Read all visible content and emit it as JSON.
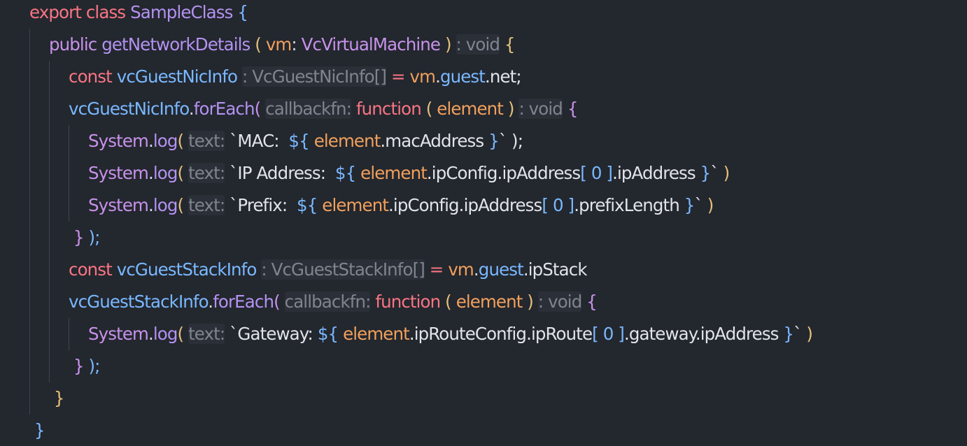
{
  "editor": {
    "theme": "dark",
    "background": "#23272e",
    "indent_guide_color": "#3e4452",
    "inlay_hint_color": "#7f848e",
    "colors": {
      "keyword": "#f97583",
      "storage": "#c792ea",
      "function": "#b392f0",
      "variable": "#79b8ff",
      "param": "#f1a05c",
      "type": "#c792ea",
      "string": "#e1e4e8",
      "punct": "#d7dae0"
    },
    "lines": [
      {
        "indent": 0,
        "tokens": [
          {
            "t": "export class ",
            "c": "#f97583"
          },
          {
            "t": "SampleClass",
            "c": "#b392f0"
          },
          {
            "t": " {",
            "c": "#79b8ff"
          }
        ]
      },
      {
        "indent": 1,
        "tokens": [
          {
            "t": "public ",
            "c": "#c792ea"
          },
          {
            "t": "getNetworkDetails",
            "c": "#b392f0"
          },
          {
            "t": " ( ",
            "c": "#e5c07b"
          },
          {
            "t": "vm",
            "c": "#f1a05c"
          },
          {
            "t": ": ",
            "c": "#d7dae0"
          },
          {
            "t": "VcVirtualMachine",
            "c": "#c792ea"
          },
          {
            "t": " ) ",
            "c": "#e5c07b"
          },
          {
            "t": ": void",
            "c": "#7f848e",
            "hint": true
          },
          {
            "t": " {",
            "c": "#e5c07b"
          }
        ]
      },
      {
        "indent": 2,
        "tokens": [
          {
            "t": "const ",
            "c": "#f97583"
          },
          {
            "t": "vcGuestNicInfo",
            "c": "#79b8ff"
          },
          {
            "t": " ",
            "c": "#d7dae0"
          },
          {
            "t": ": VcGuestNicInfo[]",
            "c": "#7f848e",
            "hint": true
          },
          {
            "t": " = ",
            "c": "#f97583"
          },
          {
            "t": "vm",
            "c": "#f1a05c"
          },
          {
            "t": ".",
            "c": "#d7dae0"
          },
          {
            "t": "guest",
            "c": "#79b8ff"
          },
          {
            "t": ".net;",
            "c": "#e1e4e8"
          }
        ]
      },
      {
        "indent": 2,
        "tokens": [
          {
            "t": "vcGuestNicInfo",
            "c": "#79b8ff"
          },
          {
            "t": ".",
            "c": "#d7dae0"
          },
          {
            "t": "forEach",
            "c": "#b392f0"
          },
          {
            "t": "( ",
            "c": "#c792ea"
          },
          {
            "t": "callbackfn:",
            "c": "#7f848e",
            "hint": true
          },
          {
            "t": " ",
            "c": "#d7dae0"
          },
          {
            "t": "function",
            "c": "#f97583"
          },
          {
            "t": " ( ",
            "c": "#e5c07b"
          },
          {
            "t": "element",
            "c": "#f1a05c"
          },
          {
            "t": " ) ",
            "c": "#e5c07b"
          },
          {
            "t": ": void",
            "c": "#7f848e",
            "hint": true
          },
          {
            "t": " {",
            "c": "#c792ea"
          }
        ]
      },
      {
        "indent": 3,
        "tokens": [
          {
            "t": "System",
            "c": "#c792ea"
          },
          {
            "t": ".",
            "c": "#d7dae0"
          },
          {
            "t": "log",
            "c": "#b392f0"
          },
          {
            "t": "( ",
            "c": "#e5c07b"
          },
          {
            "t": "text:",
            "c": "#7f848e",
            "hint": true
          },
          {
            "t": " `MAC:  ",
            "c": "#e1e4e8"
          },
          {
            "t": "${ ",
            "c": "#79b8ff"
          },
          {
            "t": "element",
            "c": "#f1a05c"
          },
          {
            "t": ".macAddress",
            "c": "#e1e4e8"
          },
          {
            "t": " }",
            "c": "#79b8ff"
          },
          {
            "t": "` );",
            "c": "#e1e4e8"
          }
        ]
      },
      {
        "indent": 3,
        "tokens": [
          {
            "t": "System",
            "c": "#c792ea"
          },
          {
            "t": ".",
            "c": "#d7dae0"
          },
          {
            "t": "log",
            "c": "#b392f0"
          },
          {
            "t": "( ",
            "c": "#e5c07b"
          },
          {
            "t": "text:",
            "c": "#7f848e",
            "hint": true
          },
          {
            "t": " `IP Address:  ",
            "c": "#e1e4e8"
          },
          {
            "t": "${ ",
            "c": "#79b8ff"
          },
          {
            "t": "element",
            "c": "#f1a05c"
          },
          {
            "t": ".ipConfig.ipAddress",
            "c": "#e1e4e8"
          },
          {
            "t": "[ 0 ]",
            "c": "#79b8ff"
          },
          {
            "t": ".ipAddress",
            "c": "#e1e4e8"
          },
          {
            "t": " }",
            "c": "#79b8ff"
          },
          {
            "t": "` ",
            "c": "#e1e4e8"
          },
          {
            "t": ")",
            "c": "#e5c07b"
          }
        ]
      },
      {
        "indent": 3,
        "tokens": [
          {
            "t": "System",
            "c": "#c792ea"
          },
          {
            "t": ".",
            "c": "#d7dae0"
          },
          {
            "t": "log",
            "c": "#b392f0"
          },
          {
            "t": "( ",
            "c": "#e5c07b"
          },
          {
            "t": "text:",
            "c": "#7f848e",
            "hint": true
          },
          {
            "t": " `Prefix:  ",
            "c": "#e1e4e8"
          },
          {
            "t": "${ ",
            "c": "#79b8ff"
          },
          {
            "t": "element",
            "c": "#f1a05c"
          },
          {
            "t": ".ipConfig.ipAddress",
            "c": "#e1e4e8"
          },
          {
            "t": "[ 0 ]",
            "c": "#79b8ff"
          },
          {
            "t": ".prefixLength",
            "c": "#e1e4e8"
          },
          {
            "t": " }",
            "c": "#79b8ff"
          },
          {
            "t": "` ",
            "c": "#e1e4e8"
          },
          {
            "t": ")",
            "c": "#e5c07b"
          }
        ]
      },
      {
        "indent": 2,
        "tokens": [
          {
            "t": " }",
            "c": "#c792ea"
          },
          {
            "t": " );",
            "c": "#79b8ff"
          }
        ]
      },
      {
        "indent": 2,
        "tokens": [
          {
            "t": "const ",
            "c": "#f97583"
          },
          {
            "t": "vcGuestStackInfo",
            "c": "#79b8ff"
          },
          {
            "t": " ",
            "c": "#d7dae0"
          },
          {
            "t": ": VcGuestStackInfo[]",
            "c": "#7f848e",
            "hint": true
          },
          {
            "t": " = ",
            "c": "#f97583"
          },
          {
            "t": "vm",
            "c": "#f1a05c"
          },
          {
            "t": ".",
            "c": "#d7dae0"
          },
          {
            "t": "guest",
            "c": "#79b8ff"
          },
          {
            "t": ".ipStack",
            "c": "#e1e4e8"
          }
        ]
      },
      {
        "indent": 2,
        "tokens": [
          {
            "t": "vcGuestStackInfo",
            "c": "#79b8ff"
          },
          {
            "t": ".",
            "c": "#d7dae0"
          },
          {
            "t": "forEach",
            "c": "#b392f0"
          },
          {
            "t": "( ",
            "c": "#c792ea"
          },
          {
            "t": "callbackfn:",
            "c": "#7f848e",
            "hint": true
          },
          {
            "t": " ",
            "c": "#d7dae0"
          },
          {
            "t": "function",
            "c": "#f97583"
          },
          {
            "t": " ( ",
            "c": "#e5c07b"
          },
          {
            "t": "element",
            "c": "#f1a05c"
          },
          {
            "t": " ) ",
            "c": "#e5c07b"
          },
          {
            "t": ": void",
            "c": "#7f848e",
            "hint": true
          },
          {
            "t": " {",
            "c": "#c792ea"
          }
        ]
      },
      {
        "indent": 3,
        "tokens": [
          {
            "t": "System",
            "c": "#c792ea"
          },
          {
            "t": ".",
            "c": "#d7dae0"
          },
          {
            "t": "log",
            "c": "#b392f0"
          },
          {
            "t": "( ",
            "c": "#e5c07b"
          },
          {
            "t": "text:",
            "c": "#7f848e",
            "hint": true
          },
          {
            "t": " `Gateway: ",
            "c": "#e1e4e8"
          },
          {
            "t": "${ ",
            "c": "#79b8ff"
          },
          {
            "t": "element",
            "c": "#f1a05c"
          },
          {
            "t": ".ipRouteConfig.ipRoute",
            "c": "#e1e4e8"
          },
          {
            "t": "[ 0 ]",
            "c": "#79b8ff"
          },
          {
            "t": ".gateway.ipAddress",
            "c": "#e1e4e8"
          },
          {
            "t": " }",
            "c": "#79b8ff"
          },
          {
            "t": "` ",
            "c": "#e1e4e8"
          },
          {
            "t": ")",
            "c": "#e5c07b"
          }
        ]
      },
      {
        "indent": 2,
        "tokens": [
          {
            "t": " }",
            "c": "#c792ea"
          },
          {
            "t": " );",
            "c": "#79b8ff"
          }
        ]
      },
      {
        "indent": 1,
        "tokens": [
          {
            "t": " }",
            "c": "#e5c07b"
          }
        ]
      },
      {
        "indent": 0,
        "tokens": [
          {
            "t": " }",
            "c": "#79b8ff"
          }
        ]
      }
    ]
  }
}
